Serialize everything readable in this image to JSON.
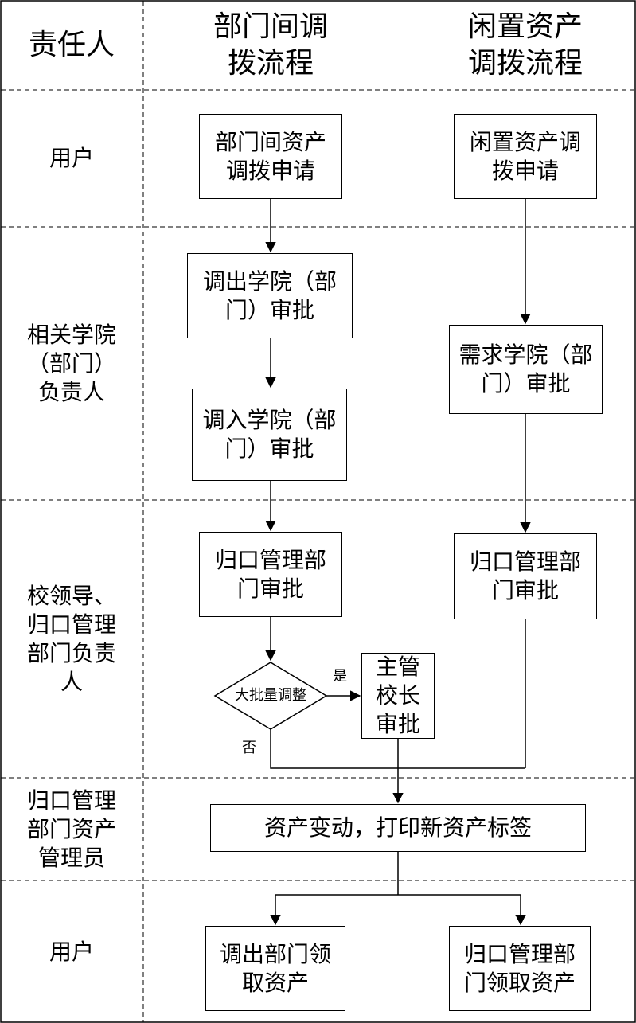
{
  "header": {
    "col1": "责任人",
    "col2": "部门间调\n拨流程",
    "col3": "闲置资产\n调拨流程"
  },
  "lanes": [
    "用户",
    "相关学院\n（部门）\n负责人",
    "校领导、\n归口管理\n部门负责\n人",
    "归口管理\n部门资产\n管理员",
    "用户"
  ],
  "boxes": {
    "dept_apply": "部门间资产\n调拨申请",
    "idle_apply": "闲置资产调\n拨申请",
    "out_college": "调出学院（部\n门）审批",
    "in_college": "调入学院（部\n门）审批",
    "demand_college": "需求学院（部\n门）审批",
    "mgmt_left": "归口管理部\n门审批",
    "mgmt_right": "归口管理部\n门审批",
    "principal": "主管\n校长\n审批",
    "asset_change": "资产变动，打印新资产标签",
    "out_receive": "调出部门领\n取资产",
    "mgmt_receive": "归口管理部\n门领取资产"
  },
  "decision": {
    "label": "大批量调整",
    "yes": "是",
    "no": "否"
  }
}
